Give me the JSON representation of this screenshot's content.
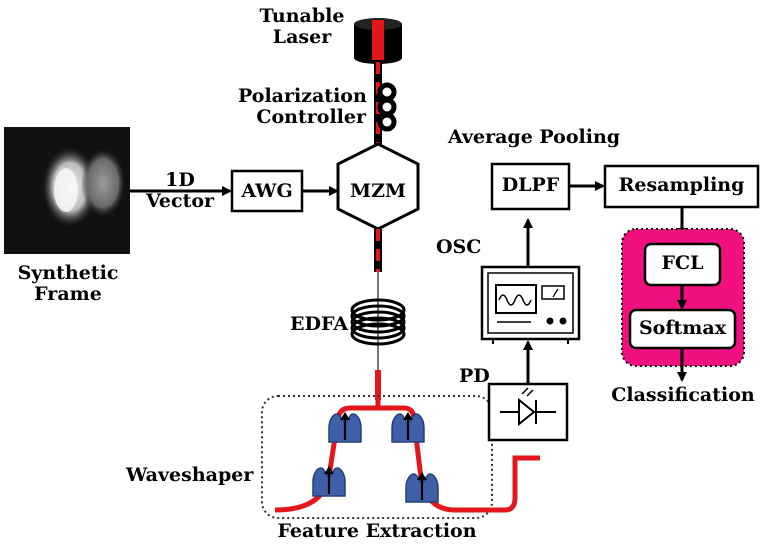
{
  "labels": {
    "tunable_laser": "Tunable\nLaser",
    "polarization_controller": "Polarization\nController",
    "synthetic_frame": "Synthetic\nFrame",
    "vector_1d": "1D\nVector",
    "awg": "AWG",
    "mzm": "MZM",
    "edfa": "EDFA",
    "waveshaper": "Waveshaper",
    "feature_extraction": "Feature Extraction",
    "average_pooling": "Average Pooling",
    "dlpf": "DLPF",
    "osc": "OSC",
    "pd": "PD",
    "resampling": "Resampling",
    "fcl": "FCL",
    "softmax": "Softmax",
    "classification": "Classification"
  },
  "icons": [
    "laser-icon",
    "polarization-controller-icon",
    "fiber-coil-icon",
    "oscilloscope-icon",
    "photodiode-icon",
    "waveshaper-filter-icon",
    "synthetic-frame-image"
  ],
  "colors": {
    "fiber_red": "#e3171b",
    "classifier_bg": "#f0107f",
    "filter_blue": "#3f5fa8",
    "box_fill": "#ffffff"
  }
}
